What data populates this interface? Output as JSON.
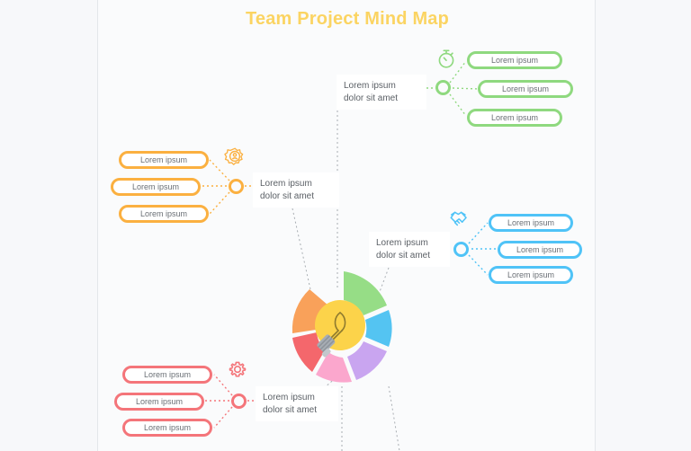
{
  "page": {
    "title": "Team Project Mind Map",
    "title_color": "#fbd462",
    "background": "#f7f8fa",
    "canvas_background": "#fafbfc"
  },
  "center": {
    "icon": "lightbulb-icon",
    "bulb_color": "#fcd34a",
    "base_color": "#9aa0a6",
    "segments": [
      {
        "name": "green",
        "color": "#96dd86"
      },
      {
        "name": "blue",
        "color": "#54c4f2"
      },
      {
        "name": "purple",
        "color": "#c9a5f0"
      },
      {
        "name": "pink",
        "color": "#fba7cd"
      },
      {
        "name": "red",
        "color": "#f4676c"
      },
      {
        "name": "orange",
        "color": "#f9a15a"
      }
    ]
  },
  "branches": [
    {
      "id": "green",
      "color": "#8fd97f",
      "icon": "stopwatch-icon",
      "label": "Lorem ipsum\ndolor sit amet",
      "items": [
        "Lorem ipsum",
        "Lorem ipsum",
        "Lorem ipsum"
      ]
    },
    {
      "id": "orange",
      "color": "#fbb040",
      "icon": "award-badge-icon",
      "label": "Lorem ipsum\ndolor sit amet",
      "items": [
        "Lorem ipsum",
        "Lorem ipsum",
        "Lorem ipsum"
      ]
    },
    {
      "id": "blue",
      "color": "#4fc3f7",
      "icon": "handshake-icon",
      "label": "Lorem ipsum\ndolor sit amet",
      "items": [
        "Lorem ipsum",
        "Lorem ipsum",
        "Lorem ipsum"
      ]
    },
    {
      "id": "red",
      "color": "#f4757a",
      "icon": "gear-icon",
      "label": "Lorem ipsum\ndolor sit amet",
      "items": [
        "Lorem ipsum",
        "Lorem ipsum",
        "Lorem ipsum"
      ]
    }
  ]
}
